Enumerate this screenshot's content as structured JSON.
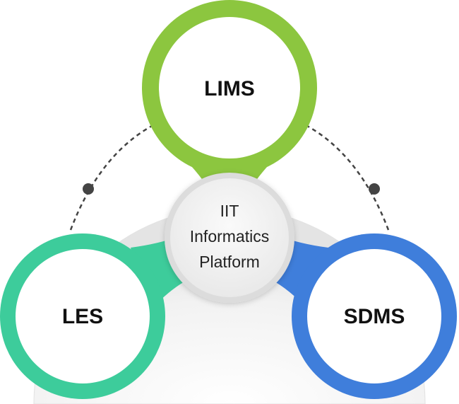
{
  "diagram": {
    "center": {
      "lines": [
        "IIT",
        "Informatics",
        "Platform"
      ]
    },
    "nodes": {
      "top": {
        "label": "LIMS",
        "color": "#8CC63F"
      },
      "left": {
        "label": "LES",
        "color": "#3DCC9B"
      },
      "right": {
        "label": "SDMS",
        "color": "#3F7EDB"
      }
    },
    "colors": {
      "backdrop": "#EFEFEF",
      "backdrop_edge": "#DADADA",
      "center_fill": "#F3F3F3",
      "center_ring": "#D8D8D8",
      "connector": "#444444"
    }
  }
}
